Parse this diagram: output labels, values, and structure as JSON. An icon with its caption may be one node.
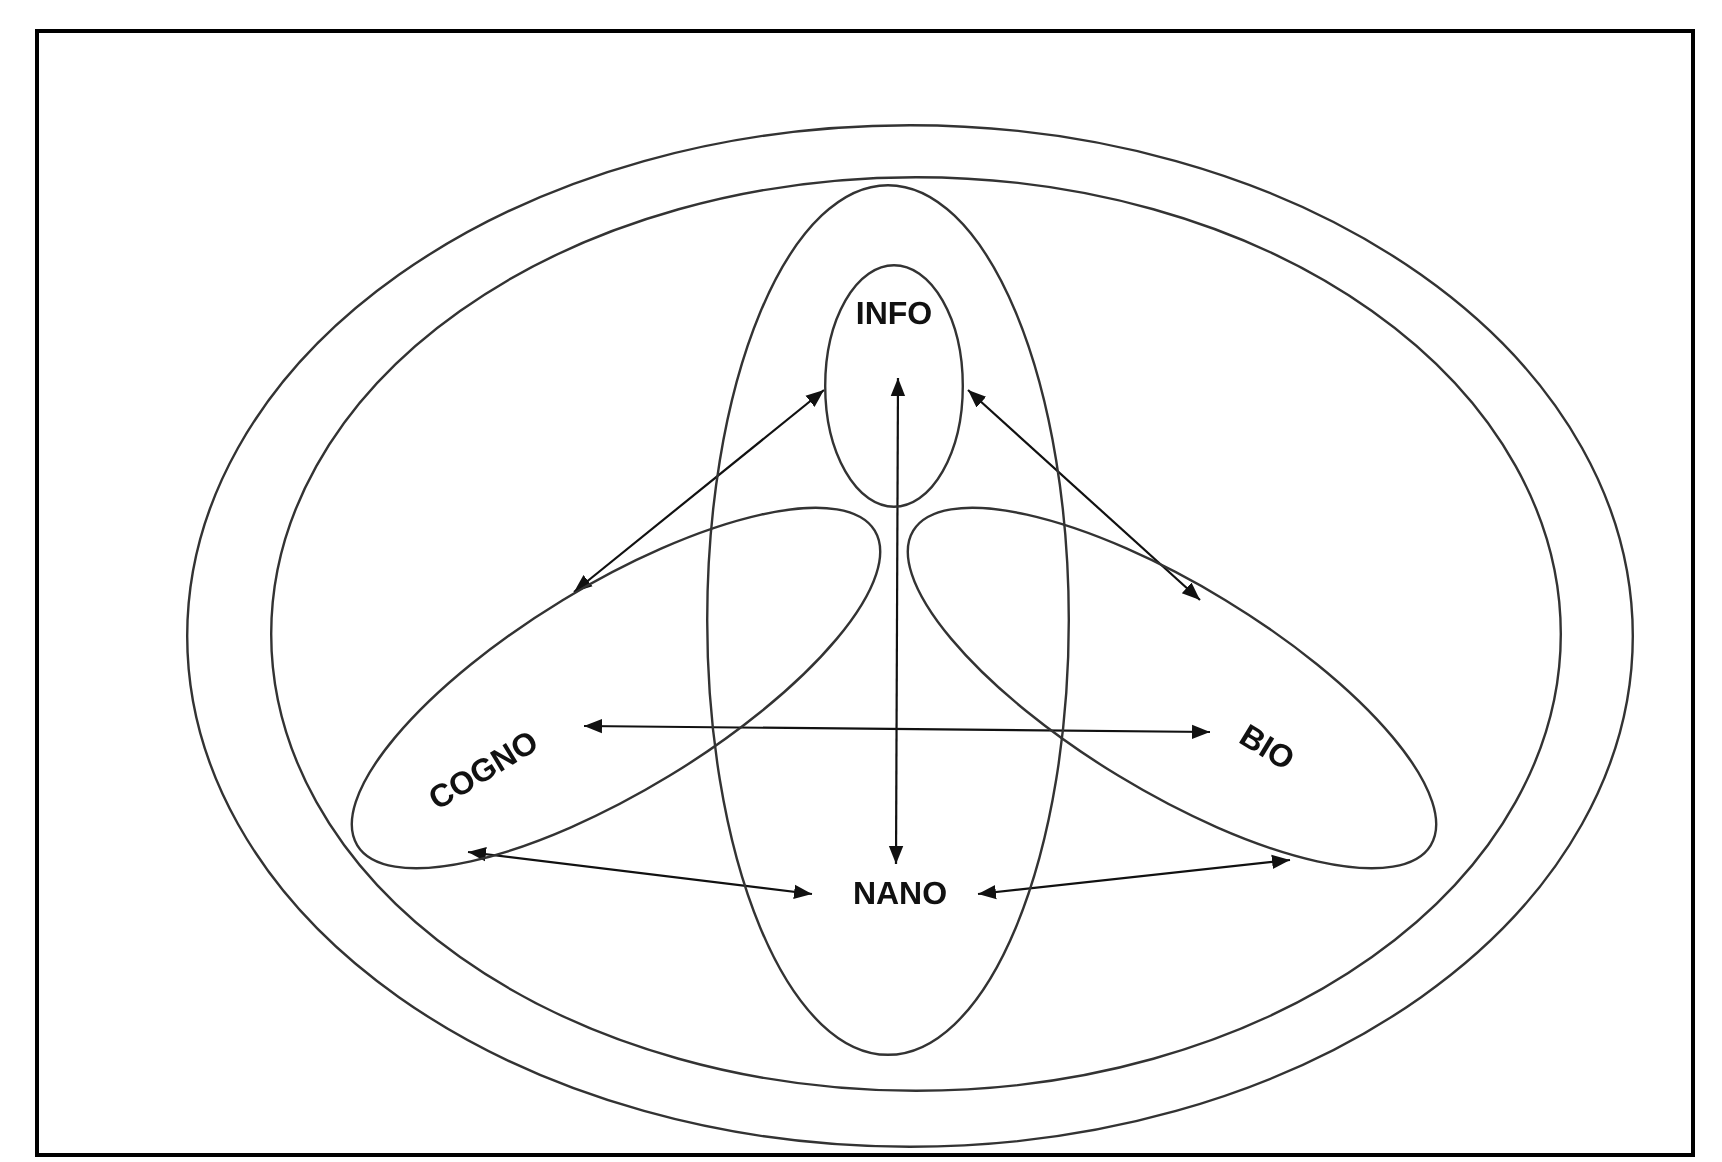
{
  "diagram": {
    "nodes": [
      {
        "text": [],
        "shape": "ellipse"
      },
      {
        "text": [],
        "shape": "ellipse",
        "in": 0
      },
      {
        "text": [
          "NANO"
        ],
        "in": 1
      },
      {
        "text": [
          "INFO"
        ],
        "in": 2
      },
      {
        "text": [
          "COGNO"
        ],
        "in": 1
      },
      {
        "text": [
          "BIO"
        ],
        "in": 1
      }
    ],
    "edges": [
      {
        "from": 3,
        "to": 4,
        "arrow": "both"
      },
      {
        "from": 3,
        "to": 5,
        "arrow": "both"
      },
      {
        "from": 3,
        "to": 2,
        "arrow": "both"
      },
      {
        "from": 4,
        "to": 5,
        "arrow": "both"
      },
      {
        "from": 4,
        "to": 2,
        "arrow": "both"
      },
      {
        "from": 2,
        "to": 5,
        "arrow": "both"
      }
    ]
  }
}
